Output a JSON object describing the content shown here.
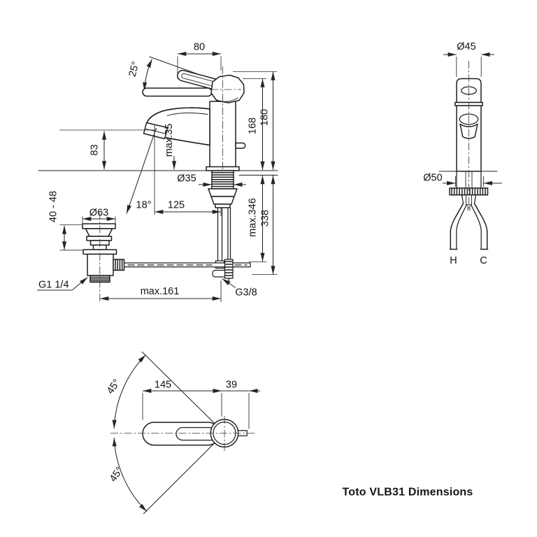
{
  "title": "Toto VLB31 Dimensions",
  "drawing": {
    "side_view": {
      "handle_width": "80",
      "handle_angle": "25°",
      "spout_outlet_height": "83",
      "deck_thickness_max": "max.35",
      "body_height": "168",
      "overall_height": "180",
      "shank_diameter": "Ø35",
      "stream_angle": "18°",
      "spout_reach": "125",
      "supply_length_max": "max.346",
      "supply_length": "338",
      "drain_height_range": "40 - 48",
      "drain_flange_diameter": "Ø63",
      "drain_thread": "G1 1/4",
      "drain_rod_reach_max": "max.161",
      "supply_thread": "G3/8"
    },
    "front_view": {
      "body_diameter": "Ø45",
      "base_diameter": "Ø50",
      "hot_label": "H",
      "cold_label": "C"
    },
    "top_view": {
      "swing_angle_up": "45°",
      "swing_angle_down": "45°",
      "spout_length": "145",
      "handle_overhang": "39"
    }
  }
}
